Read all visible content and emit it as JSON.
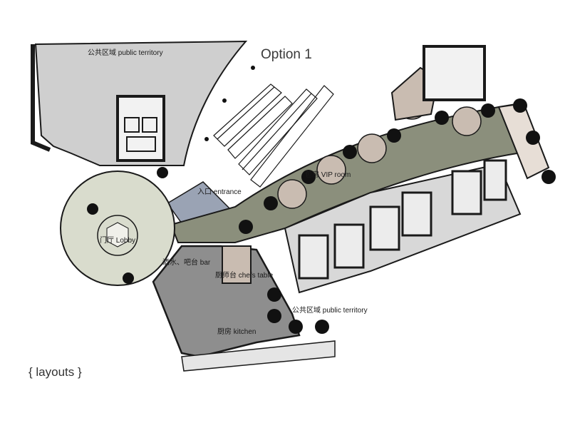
{
  "plan": {
    "title": "Option 1",
    "footer": "{ layouts }",
    "labels": {
      "public_territory_top": "公共区域 public territory",
      "entrance": "入口 entrance",
      "vip_room": "包房 VIP room",
      "lobby": "门厅 Lobby",
      "bar": "酒水、吧台 bar",
      "chefs_table": "厨师台 chefs table",
      "public_territory_right": "公共区域 public territory",
      "kitchen": "厨房 kitchen"
    }
  },
  "colors": {
    "public_territory": "#cfcfcf",
    "corridor": "#8b8f7c",
    "vip_room": "#c9bcb1",
    "lobby": "#d9dccd",
    "kitchen": "#8e8e8e",
    "entrance_glass": "#9aa3b4",
    "wall": "#1a1a1a",
    "column": "#111111"
  }
}
